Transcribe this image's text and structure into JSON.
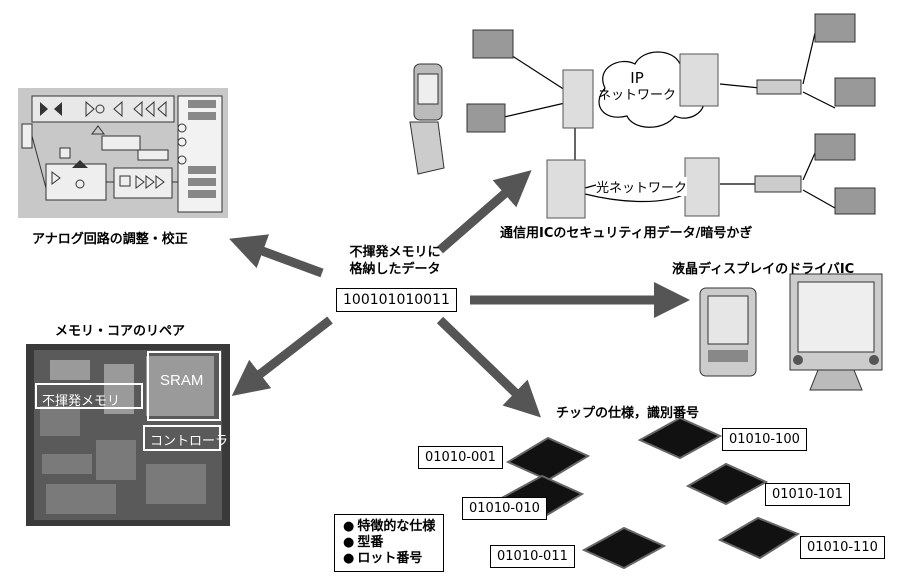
{
  "center": {
    "title_line1": "不揮発メモリに",
    "title_line2": "格納したデータ",
    "data_value": "100101010011"
  },
  "analog": {
    "label": "アナログ回路の調整・校正"
  },
  "repair": {
    "label": "メモリ・コアのリペア",
    "sram": "SRAM",
    "nvm": "不揮発メモリ",
    "controller": "コントローラ"
  },
  "network": {
    "ip_line1": "IP",
    "ip_line2": "ネットワーク",
    "optical": "光ネットワーク",
    "label": "通信用ICのセキュリティ用データ/暗号かぎ"
  },
  "display": {
    "label": "液晶ディスプレイのドライバIC"
  },
  "chips": {
    "label": "チップの仕様，識別番号",
    "ids": [
      "01010-001",
      "01010-100",
      "01010-010",
      "01010-101",
      "01010-011",
      "01010-110"
    ]
  },
  "bullets": [
    "特徴的な仕様",
    "型番",
    "ロット番号"
  ]
}
